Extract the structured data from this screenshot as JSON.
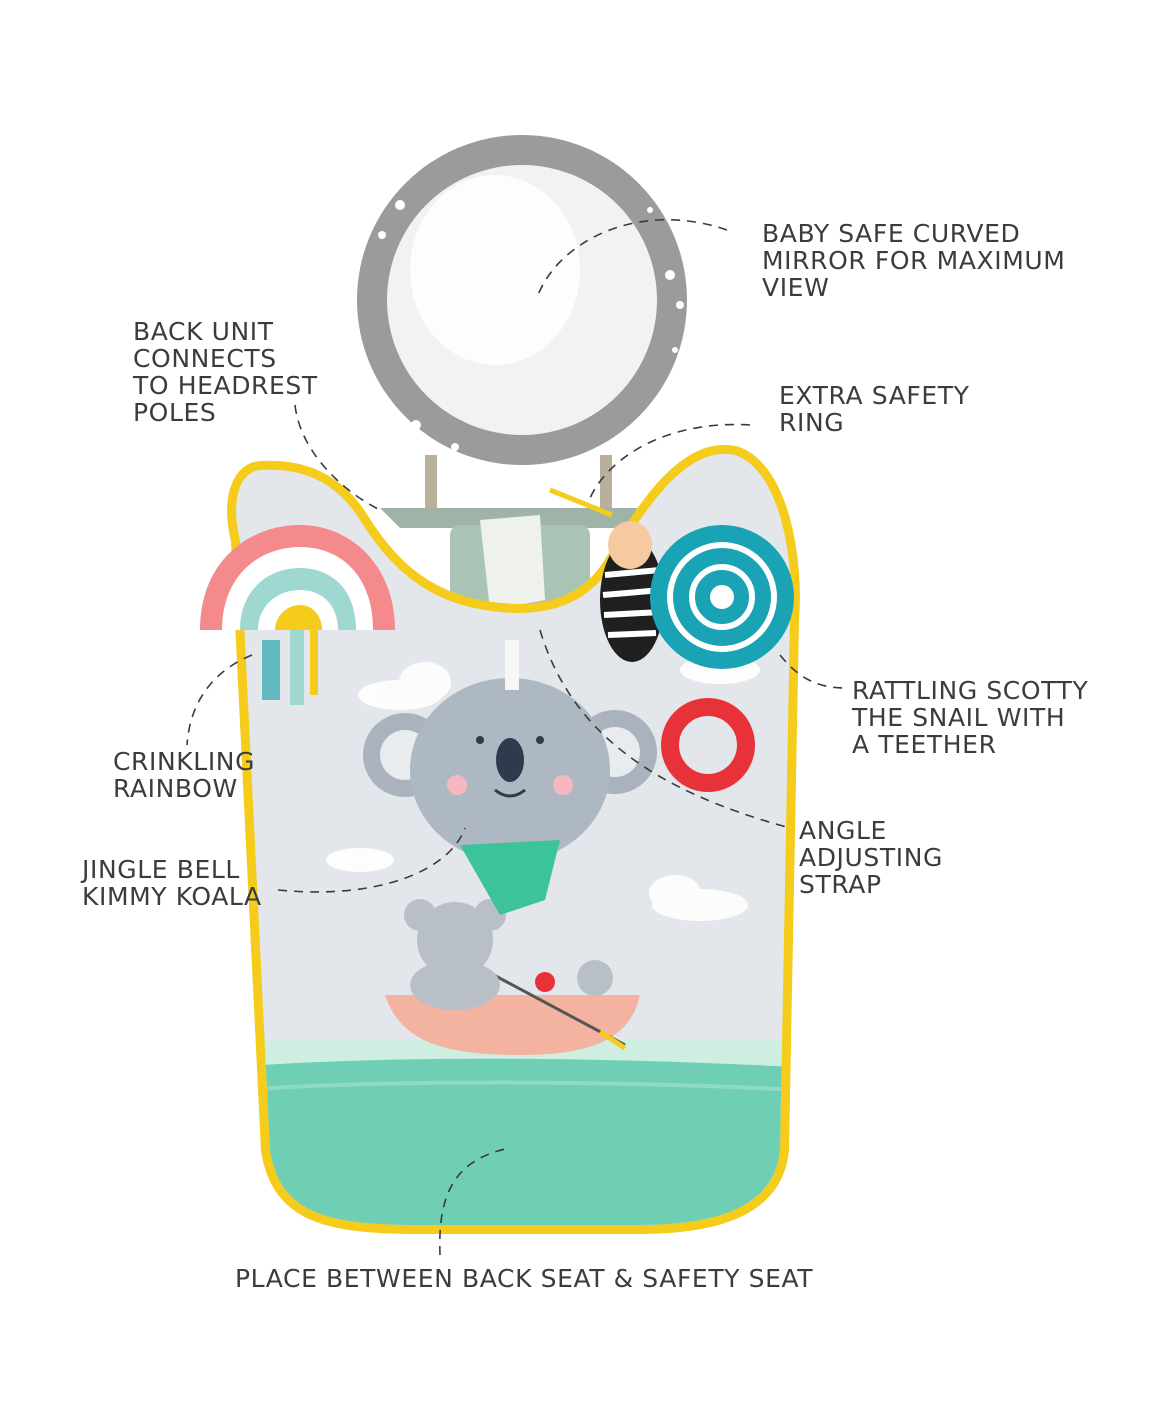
{
  "callouts": {
    "mirror": [
      "BABY SAFE CURVED",
      "MIRROR FOR MAXIMUM",
      "VIEW"
    ],
    "back_unit": [
      "BACK UNIT",
      "CONNECTS",
      "TO HEADREST",
      "POLES"
    ],
    "safety_ring": [
      "EXTRA SAFETY",
      "RING"
    ],
    "snail": [
      "RATTLING SCOTTY",
      "THE SNAIL WITH",
      "A TEETHER"
    ],
    "rainbow": [
      "CRINKLING",
      "RAINBOW"
    ],
    "strap": [
      "ANGLE",
      "ADJUSTING",
      "STRAP"
    ],
    "koala": [
      "JINGLE BELL",
      "KIMMY KOALA"
    ],
    "place": [
      "PLACE BETWEEN BACK SEAT & SAFETY SEAT"
    ]
  },
  "colors": {
    "border": "#f5cc1c",
    "panel": "#e3e6ea",
    "mint": "#6fcfb4",
    "mirror_frame": "#9a9b9c",
    "snail_shell": "#1aa3b5",
    "teether": "#e8323a",
    "text": "#3c3c3c"
  }
}
